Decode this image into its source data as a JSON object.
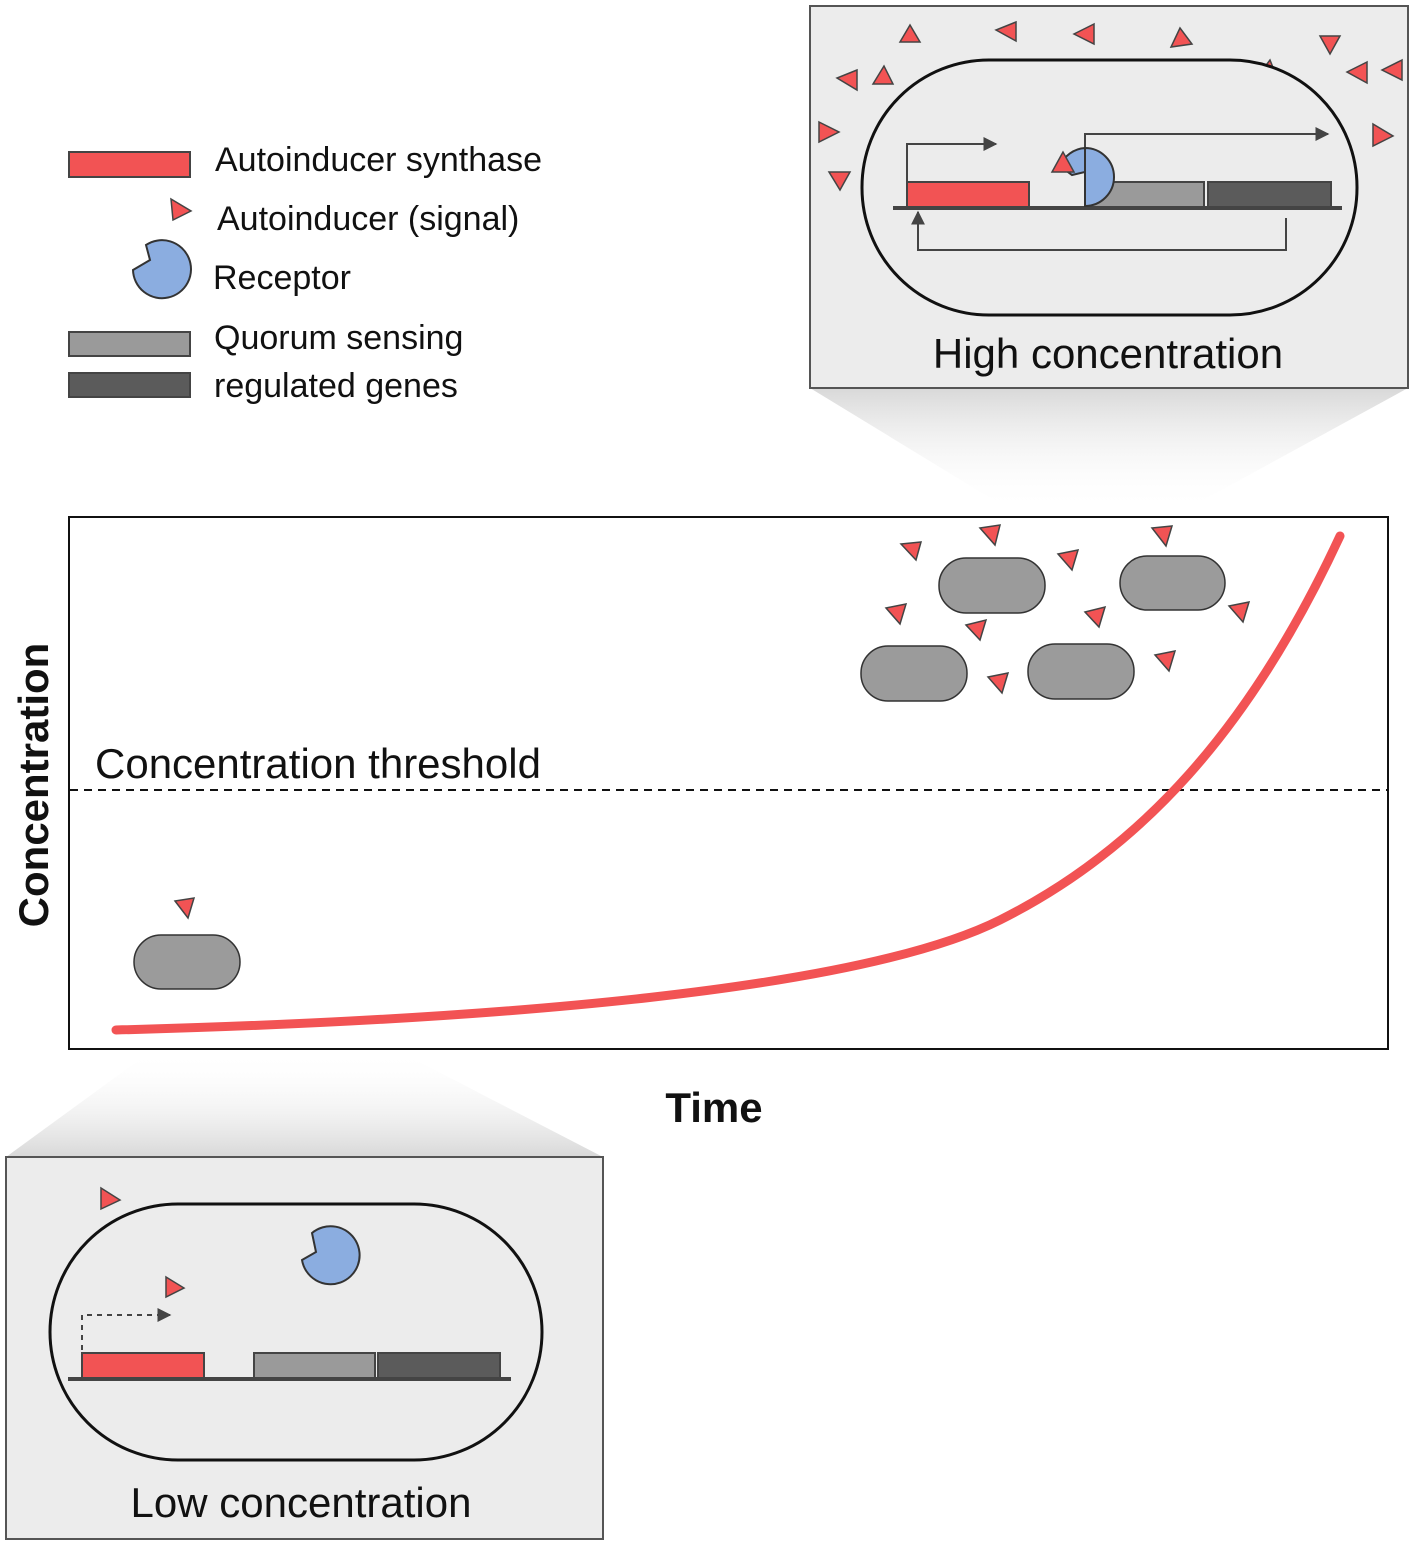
{
  "legend": {
    "synthase": "Autoinducer synthase",
    "autoinducer": "Autoinducer (signal)",
    "receptor": "Receptor",
    "qs_genes_line1": "Quorum sensing",
    "qs_genes_line2": "regulated genes"
  },
  "plot": {
    "ylabel": "Concentration",
    "xlabel": "Time",
    "threshold_label": "Concentration threshold"
  },
  "panels": {
    "high_title": "High concentration",
    "low_title": "Low concentration"
  },
  "colors": {
    "synthase": "#f25354",
    "autoinducer": "#f25354",
    "receptor": "#8bade0",
    "qs_gene_light": "#9a9a9a",
    "qs_gene_dark": "#5b5b5b",
    "curve": "#f25354",
    "panel_bg": "#ececec",
    "cell": "#9b9b9b"
  }
}
